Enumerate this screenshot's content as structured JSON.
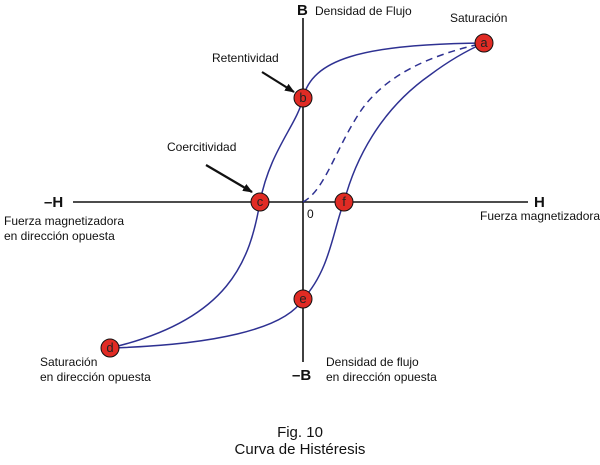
{
  "axes": {
    "b_top": "B",
    "b_bottom": "–B",
    "h_left": "–H",
    "h_right": "H",
    "origin": "0"
  },
  "labels": {
    "flux_density": "Densidad de Flujo",
    "saturation": "Saturación",
    "retentivity": "Retentividad",
    "coercivity": "Coercitividad",
    "mag_force": "Fuerza magnetizadora",
    "opp_force_1": "Fuerza magnetizadora",
    "opp_force_2": "en dirección opuesta",
    "neg_flux_1": "Densidad de flujo",
    "neg_flux_2": "en dirección opuesta",
    "neg_sat_1": "Saturación",
    "neg_sat_2": "en dirección opuesta"
  },
  "points": {
    "a": "a",
    "b": "b",
    "c": "c",
    "d": "d",
    "e": "e",
    "f": "f"
  },
  "colors": {
    "curve": "#2e3192",
    "point_fill": "#e02b24",
    "axis": "#111111"
  },
  "caption": {
    "fig": "Fig. 10",
    "title": "Curva de Histéresis"
  }
}
